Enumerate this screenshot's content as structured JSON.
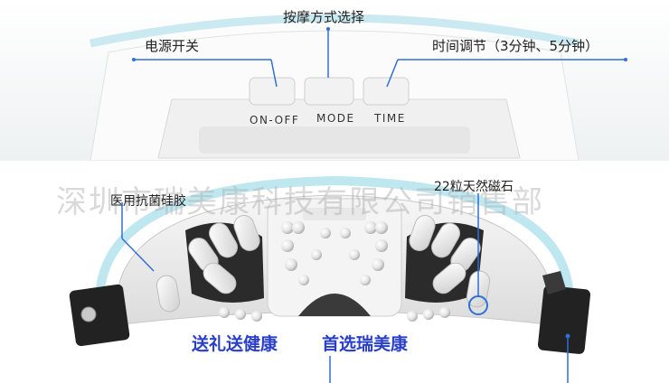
{
  "labels": {
    "mode_select": "按摩方式选择",
    "power_switch": "电源开关",
    "time_adjust": "时间调节（3分钟、5分钟）",
    "silicone": "医用抗菌硅胶",
    "magnets": "22粒天然磁石"
  },
  "buttons": {
    "on_off": "ON-OFF",
    "mode": "MODE",
    "time": "TIME"
  },
  "watermark": "深圳市瑞美康科技有限公司销售部",
  "slogan": {
    "part1": "送礼送健康",
    "part2": "首选瑞美康"
  },
  "colors": {
    "accent_line": "#2f6fd6",
    "slogan": "#2a3fc9",
    "rim": "#bfe7ef"
  }
}
